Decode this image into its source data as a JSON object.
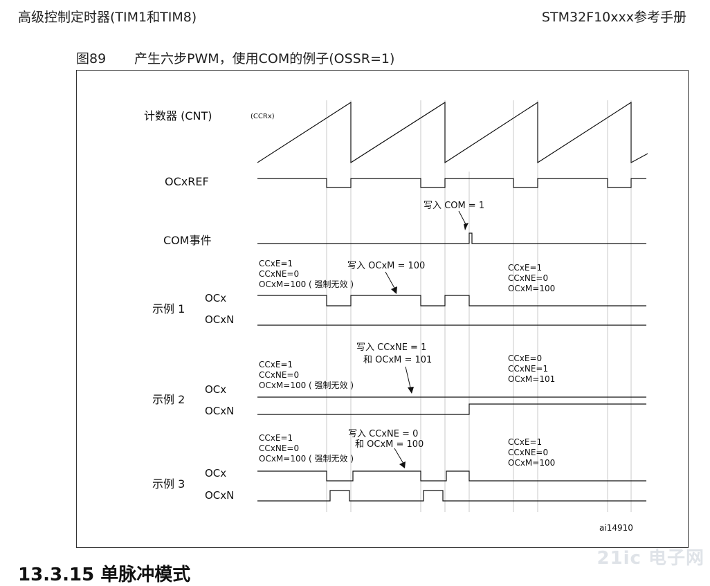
{
  "header": {
    "left": "高级控制定时器(TIM1和TIM8)",
    "right": "STM32F10xxx参考手册"
  },
  "figure": {
    "number": "图89",
    "caption": "产生六步PWM，使用COM的例子(OSSR=1)",
    "id": "ai14910"
  },
  "signals": {
    "counter": "计数器 (CNT)",
    "ccrx": "(CCRx)",
    "ocxref": "OCxREF",
    "com_event": "COM事件",
    "write_com": "写入 COM = 1"
  },
  "examples": [
    {
      "name": "示例 1",
      "ocx": "OCx",
      "ocxn": "OCxN",
      "before": [
        "CCxE=1",
        "CCxNE=0",
        "OCxM=100 ( 强制无效 )"
      ],
      "write": [
        "写入 OCxM = 100"
      ],
      "after": [
        "CCxE=1",
        "CCxNE=0",
        "OCxM=100"
      ]
    },
    {
      "name": "示例 2",
      "ocx": "OCx",
      "ocxn": "OCxN",
      "before": [
        "CCxE=1",
        "CCxNE=0",
        "OCxM=100 ( 强制无效 )"
      ],
      "write": [
        "写入 CCxNE = 1",
        "和 OCxM = 101"
      ],
      "after": [
        "CCxE=0",
        "CCxNE=1",
        "OCxM=101"
      ]
    },
    {
      "name": "示例 3",
      "ocx": "OCx",
      "ocxn": "OCxN",
      "before": [
        "CCxE=1",
        "CCxNE=0",
        "OCxM=100 ( 强制无效 )"
      ],
      "write": [
        "写入 CCxNE = 0",
        "和 OCxM = 100"
      ],
      "after": [
        "CCxE=1",
        "CCxNE=0",
        "OCxM=100"
      ]
    }
  ],
  "section_heading": "13.3.15  单脉冲模式",
  "watermark": "21ic 电子网"
}
